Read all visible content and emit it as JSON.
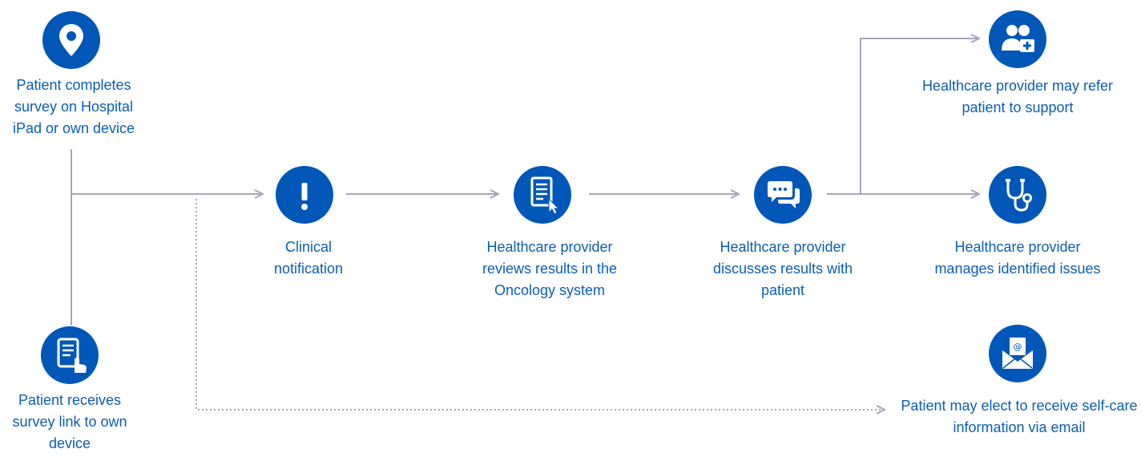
{
  "colors": {
    "accent": "#0057b8",
    "text": "#0b5fb5",
    "connector": "#a7a5bd"
  },
  "nodes": {
    "patient_completes": {
      "icon": "location-pin-icon",
      "label": "Patient completes survey on Hospital iPad or own device"
    },
    "patient_receives": {
      "icon": "tablet-touch-icon",
      "label": "Patient receives survey link to own device"
    },
    "clinical_notification": {
      "icon": "exclamation-icon",
      "label": "Clinical notification"
    },
    "provider_reviews": {
      "icon": "document-cursor-icon",
      "label": "Healthcare provider reviews results in the Oncology system"
    },
    "provider_discusses": {
      "icon": "chat-bubbles-icon",
      "label": "Healthcare provider discusses results with patient"
    },
    "provider_refers": {
      "icon": "users-plus-icon",
      "label": "Healthcare provider may refer patient to support"
    },
    "provider_manages": {
      "icon": "stethoscope-icon",
      "label": "Healthcare provider manages identified issues"
    },
    "self_care_email": {
      "icon": "email-envelope-icon",
      "label": "Patient may elect to receive self-care information via email"
    }
  }
}
